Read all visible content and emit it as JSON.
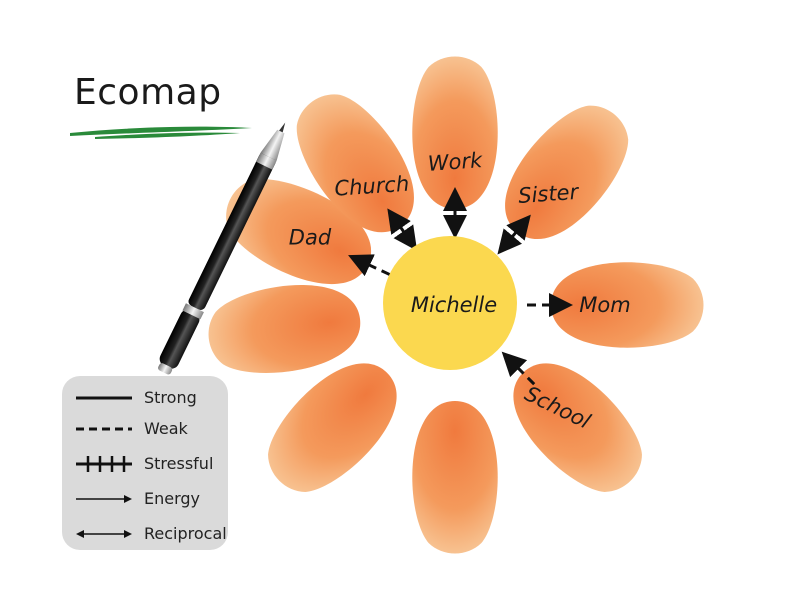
{
  "title": "Ecomap",
  "center": {
    "label": "Michelle",
    "color": "#fbd84f"
  },
  "petal_color": "#f08a4b",
  "nodes": [
    {
      "id": "work",
      "label": "Work",
      "connection": "reciprocal"
    },
    {
      "id": "sister",
      "label": "Sister",
      "connection": "reciprocal"
    },
    {
      "id": "mom",
      "label": "Mom",
      "connection": "weak-energy-out"
    },
    {
      "id": "school",
      "label": "School",
      "connection": "weak-energy-in"
    },
    {
      "id": "empty-1",
      "label": "",
      "connection": "none"
    },
    {
      "id": "empty-2",
      "label": "",
      "connection": "none"
    },
    {
      "id": "empty-3",
      "label": "",
      "connection": "none"
    },
    {
      "id": "dad",
      "label": "Dad",
      "connection": "weak-energy-out"
    },
    {
      "id": "church",
      "label": "Church",
      "connection": "reciprocal"
    }
  ],
  "legend": [
    {
      "label": "Strong",
      "icon": "solid-line"
    },
    {
      "label": "Weak",
      "icon": "dashed-line"
    },
    {
      "label": "Stressful",
      "icon": "hatched-line"
    },
    {
      "label": "Energy",
      "icon": "single-arrow"
    },
    {
      "label": "Reciprocal",
      "icon": "double-arrow"
    }
  ],
  "decoration": {
    "pen": "pen-icon",
    "underline_color": "#2a8a3a"
  }
}
